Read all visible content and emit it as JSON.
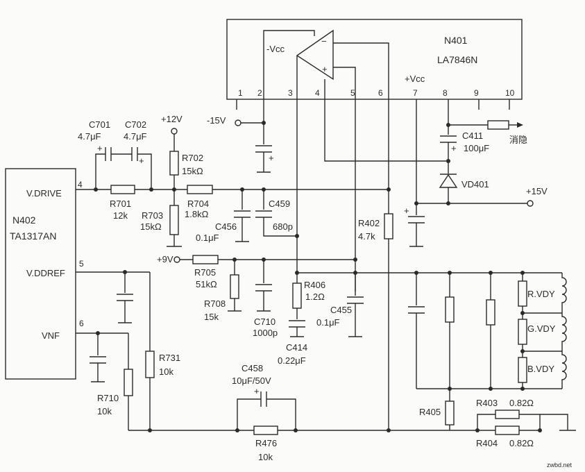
{
  "ics": {
    "n401": {
      "name": "N401",
      "part": "LA7846N"
    },
    "n402": {
      "name": "N402",
      "part": "TA1317AN",
      "pins": {
        "p4": "V.DRIVE",
        "p5": "V.DDREF",
        "p6": "VNF"
      }
    }
  },
  "opamp": {
    "neg_supply": "-Vcc",
    "pos_supply": "+Vcc",
    "minus": "−",
    "plus": "+"
  },
  "pin_numbers": [
    "1",
    "2",
    "3",
    "4",
    "5",
    "6",
    "7",
    "8",
    "9",
    "10"
  ],
  "n402_pin_numbers": {
    "p4": "4",
    "p5": "5",
    "p6": "6"
  },
  "supplies": {
    "m15": "-15V",
    "p12": "+12V",
    "p15": "+15V",
    "p9": "+9V"
  },
  "components": {
    "C701": {
      "ref": "C701",
      "value": "4.7μF"
    },
    "C702": {
      "ref": "C702",
      "value": "4.7μF"
    },
    "R701": {
      "ref": "R701",
      "value": "12k"
    },
    "R702": {
      "ref": "R702",
      "value": "15kΩ"
    },
    "R703": {
      "ref": "R703",
      "value": "15kΩ"
    },
    "R704": {
      "ref": "R704",
      "value": "1.8kΩ"
    },
    "C456": {
      "ref": "C456",
      "value": "0.1μF"
    },
    "C459": {
      "ref": "C459",
      "value": "680p"
    },
    "R402": {
      "ref": "R402",
      "value": "4.7k"
    },
    "C411": {
      "ref": "C411",
      "value": "100μF"
    },
    "VD401": {
      "ref": "VD401"
    },
    "R705": {
      "ref": "R705",
      "value": "51kΩ"
    },
    "R708": {
      "ref": "R708",
      "value": "15k"
    },
    "C710": {
      "ref": "C710",
      "value": "1000p"
    },
    "R406": {
      "ref": "R406",
      "value": "1.2Ω"
    },
    "C414": {
      "ref": "C414",
      "value": "0.22μF"
    },
    "C455": {
      "ref": "C455",
      "value": "0.1μF"
    },
    "R731": {
      "ref": "R731",
      "value": "10k"
    },
    "R710": {
      "ref": "R710",
      "value": "10k"
    },
    "C458": {
      "ref": "C458",
      "value": "10μF/50V"
    },
    "R476": {
      "ref": "R476",
      "value": "10k"
    },
    "R405": {
      "ref": "R405"
    },
    "R403": {
      "ref": "R403",
      "value": "0.82Ω"
    },
    "R404": {
      "ref": "R404",
      "value": "0.82Ω"
    }
  },
  "yokes": [
    "R.VDY",
    "G.VDY",
    "B.VDY"
  ],
  "blank_label": "消隐",
  "watermark": "zwbd.net"
}
